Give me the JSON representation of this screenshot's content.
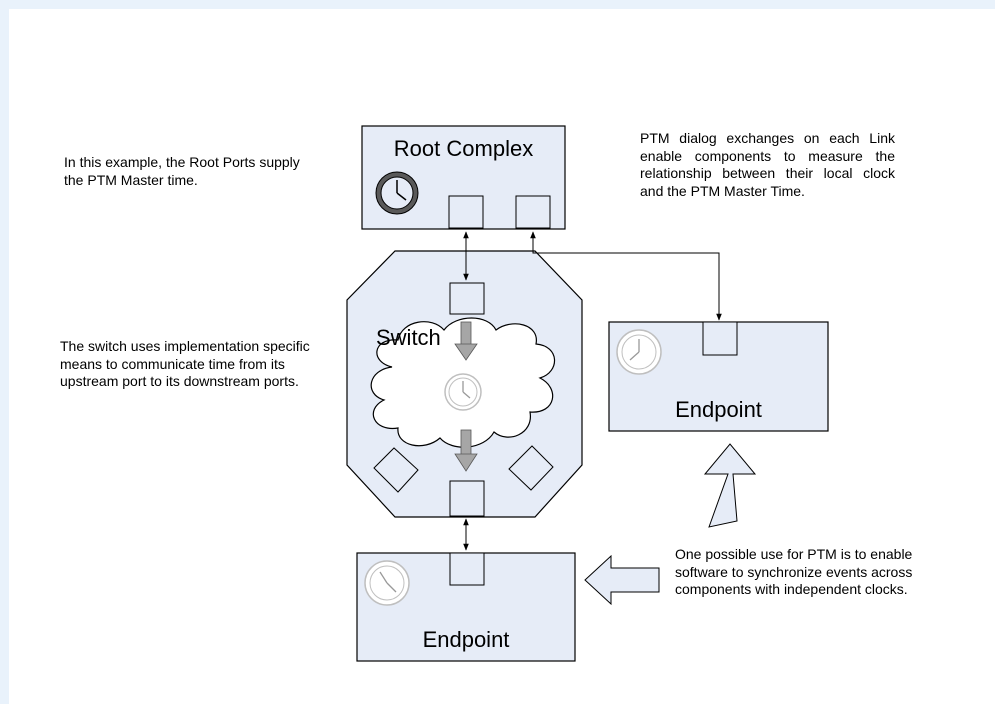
{
  "root_complex": {
    "title": "Root Complex"
  },
  "switch": {
    "title": "Switch"
  },
  "endpoint_right": {
    "title": "Endpoint"
  },
  "endpoint_bottom": {
    "title": "Endpoint"
  },
  "notes": {
    "root_ports": "In this example, the Root Ports supply the PTM Master time.",
    "dialog": "PTM dialog exchanges on each Link enable components to measure the relationship between their local clock and the PTM Master Time.",
    "switch_means": "The switch uses implementation specific means to communicate time from its upstream port to its downstream ports.",
    "possible_use": "One possible use for PTM is to enable software to synchronize events across components with independent clocks."
  },
  "colors": {
    "box_fill": "#e6ecf7",
    "outline": "#000000",
    "arrow_gray": "#a6a6a6",
    "clock_dark": "#595959",
    "clock_light": "#bfbfbf"
  },
  "icons": [
    "clock-icon",
    "hollow-arrow-up-icon",
    "hollow-arrow-left-icon",
    "double-arrow-icon"
  ]
}
